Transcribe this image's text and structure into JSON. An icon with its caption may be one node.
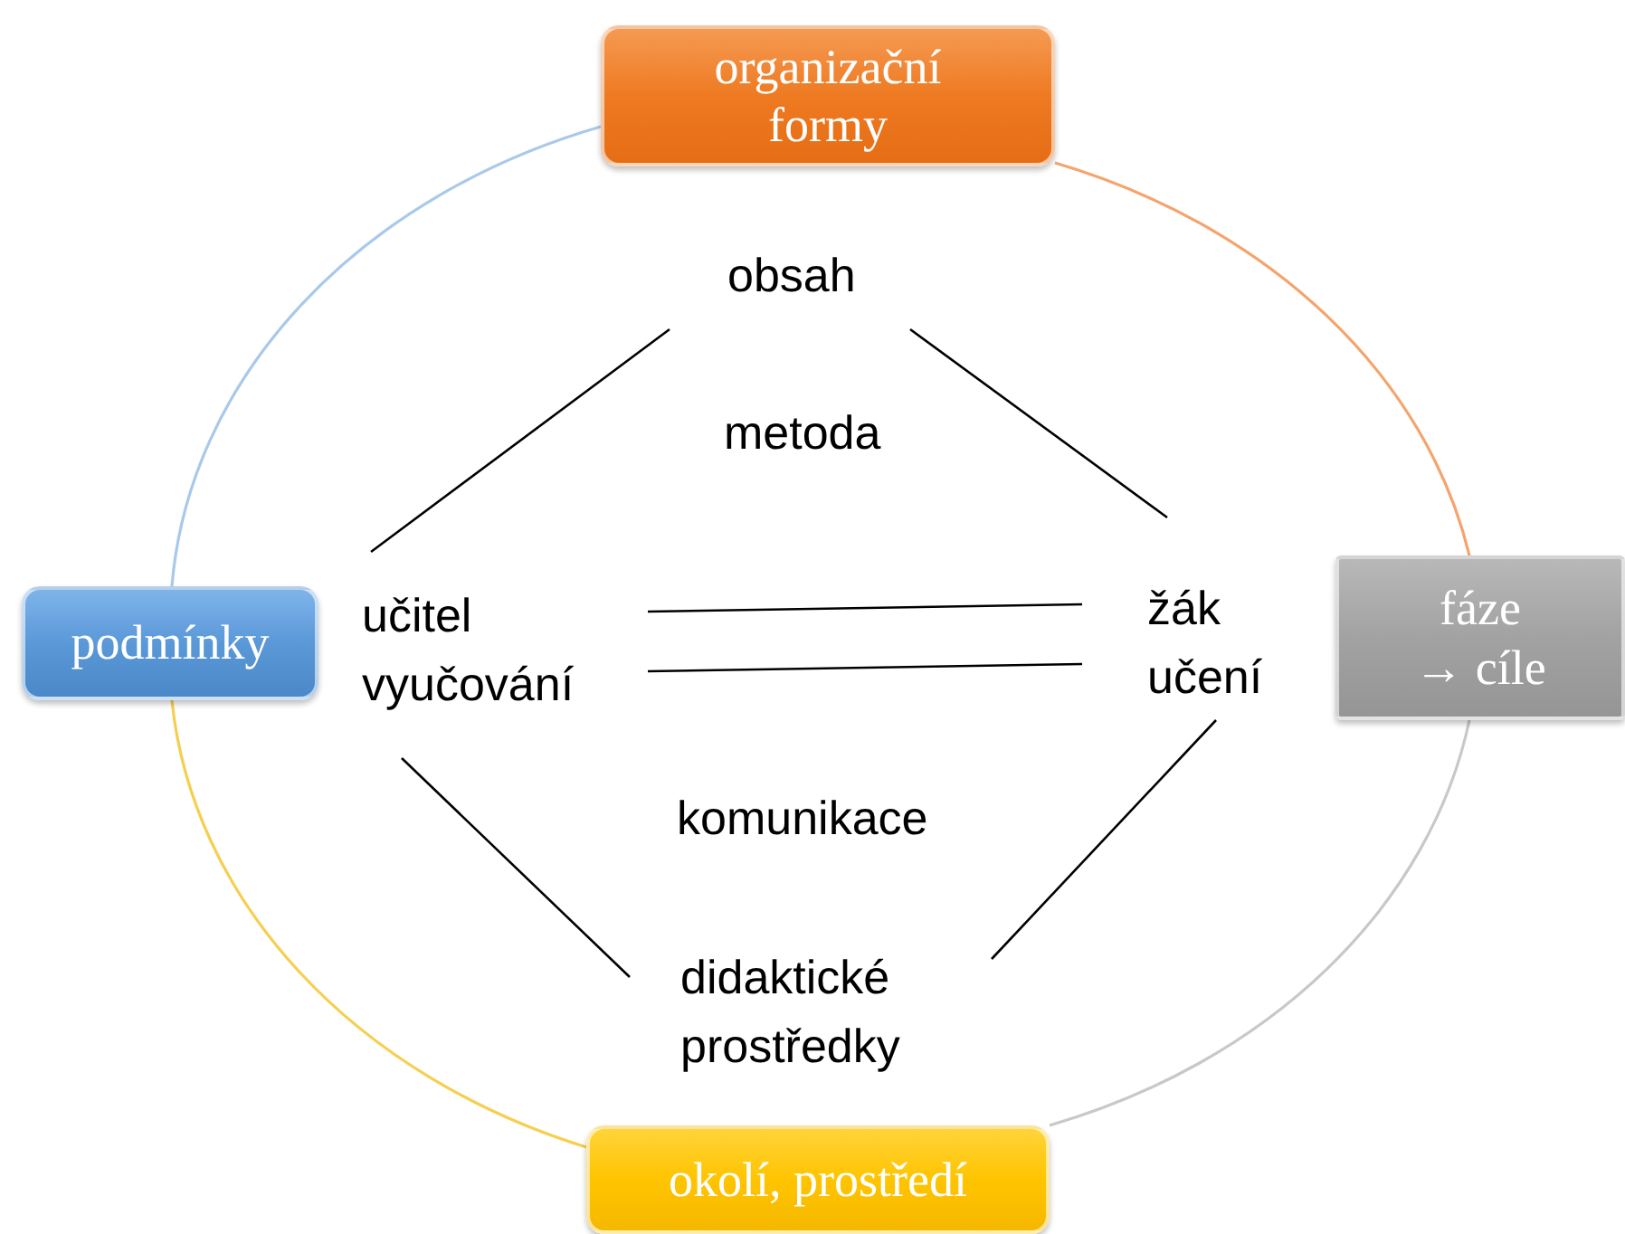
{
  "diagram": {
    "nodes": [
      {
        "text": [
          "organizační formy"
        ]
      },
      {
        "text": [
          "podmínky"
        ]
      },
      {
        "text": [
          "fáze → cíle"
        ]
      },
      {
        "text": [
          "okolí, prostředí"
        ]
      },
      {
        "text": [
          "obsah"
        ]
      },
      {
        "text": [
          "učitel",
          "vyučování"
        ]
      },
      {
        "text": [
          "žák",
          "učení"
        ]
      },
      {
        "text": [
          "didaktické prostředky"
        ]
      }
    ],
    "edges": [
      {
        "from": 1,
        "to": 0,
        "arrow": "none",
        "color": "#a9c9ea"
      },
      {
        "from": 0,
        "to": 2,
        "arrow": "none",
        "color": "#f4a46c"
      },
      {
        "from": 2,
        "to": 3,
        "arrow": "none",
        "color": "#c8c8c8"
      },
      {
        "from": 3,
        "to": 1,
        "arrow": "none",
        "color": "#f5cf50"
      },
      {
        "from": 4,
        "to": 5,
        "arrow": "none"
      },
      {
        "from": 4,
        "to": 6,
        "arrow": "none"
      },
      {
        "from": 5,
        "to": 6,
        "arrow": "none"
      },
      {
        "from": 5,
        "to": 6,
        "arrow": "none"
      },
      {
        "from": 5,
        "to": 7,
        "arrow": "none"
      },
      {
        "from": 6,
        "to": 7,
        "arrow": "none"
      }
    ],
    "labels": [
      "metoda",
      "komunikace"
    ]
  }
}
